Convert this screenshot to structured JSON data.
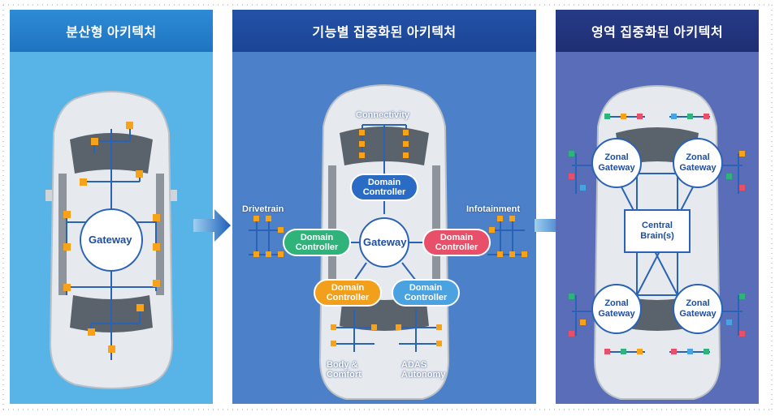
{
  "panels": {
    "distributed": {
      "title": "분산형 아키텍처",
      "gateway": "Gateway"
    },
    "domain": {
      "title": "기능별 집중화된 아키텍처",
      "gateway": "Gateway",
      "labels": {
        "connectivity": "Connectivity",
        "drivetrain": "Drivetrain",
        "infotainment": "Infotainment",
        "body_line1": "Body &",
        "body_line2": "Comfort",
        "adas_line1": "ADAS",
        "adas_line2": "Autonomy"
      },
      "controllers": [
        {
          "line1": "Domain",
          "line2": "Controller",
          "color": "#2a6cc4"
        },
        {
          "line1": "Domain",
          "line2": "Controller",
          "color": "#2fb37a"
        },
        {
          "line1": "Domain",
          "line2": "Controller",
          "color": "#e8506a"
        },
        {
          "line1": "Domain",
          "line2": "Controller",
          "color": "#f2a01c"
        },
        {
          "line1": "Domain",
          "line2": "Controller",
          "color": "#4aa3e0"
        }
      ]
    },
    "zonal": {
      "title": "영역 집중화된 아키텍처",
      "zones": [
        {
          "line1": "Zonal",
          "line2": "Gateway"
        },
        {
          "line1": "Zonal",
          "line2": "Gateway"
        },
        {
          "line1": "Zonal",
          "line2": "Gateway"
        },
        {
          "line1": "Zonal",
          "line2": "Gateway"
        }
      ],
      "central_line1": "Central",
      "central_line2": "Brain(s)"
    }
  },
  "colors": {
    "ecu_orange": "#f7a21b",
    "line_blue": "#2a63b5",
    "car_body": "#e9ecef"
  }
}
